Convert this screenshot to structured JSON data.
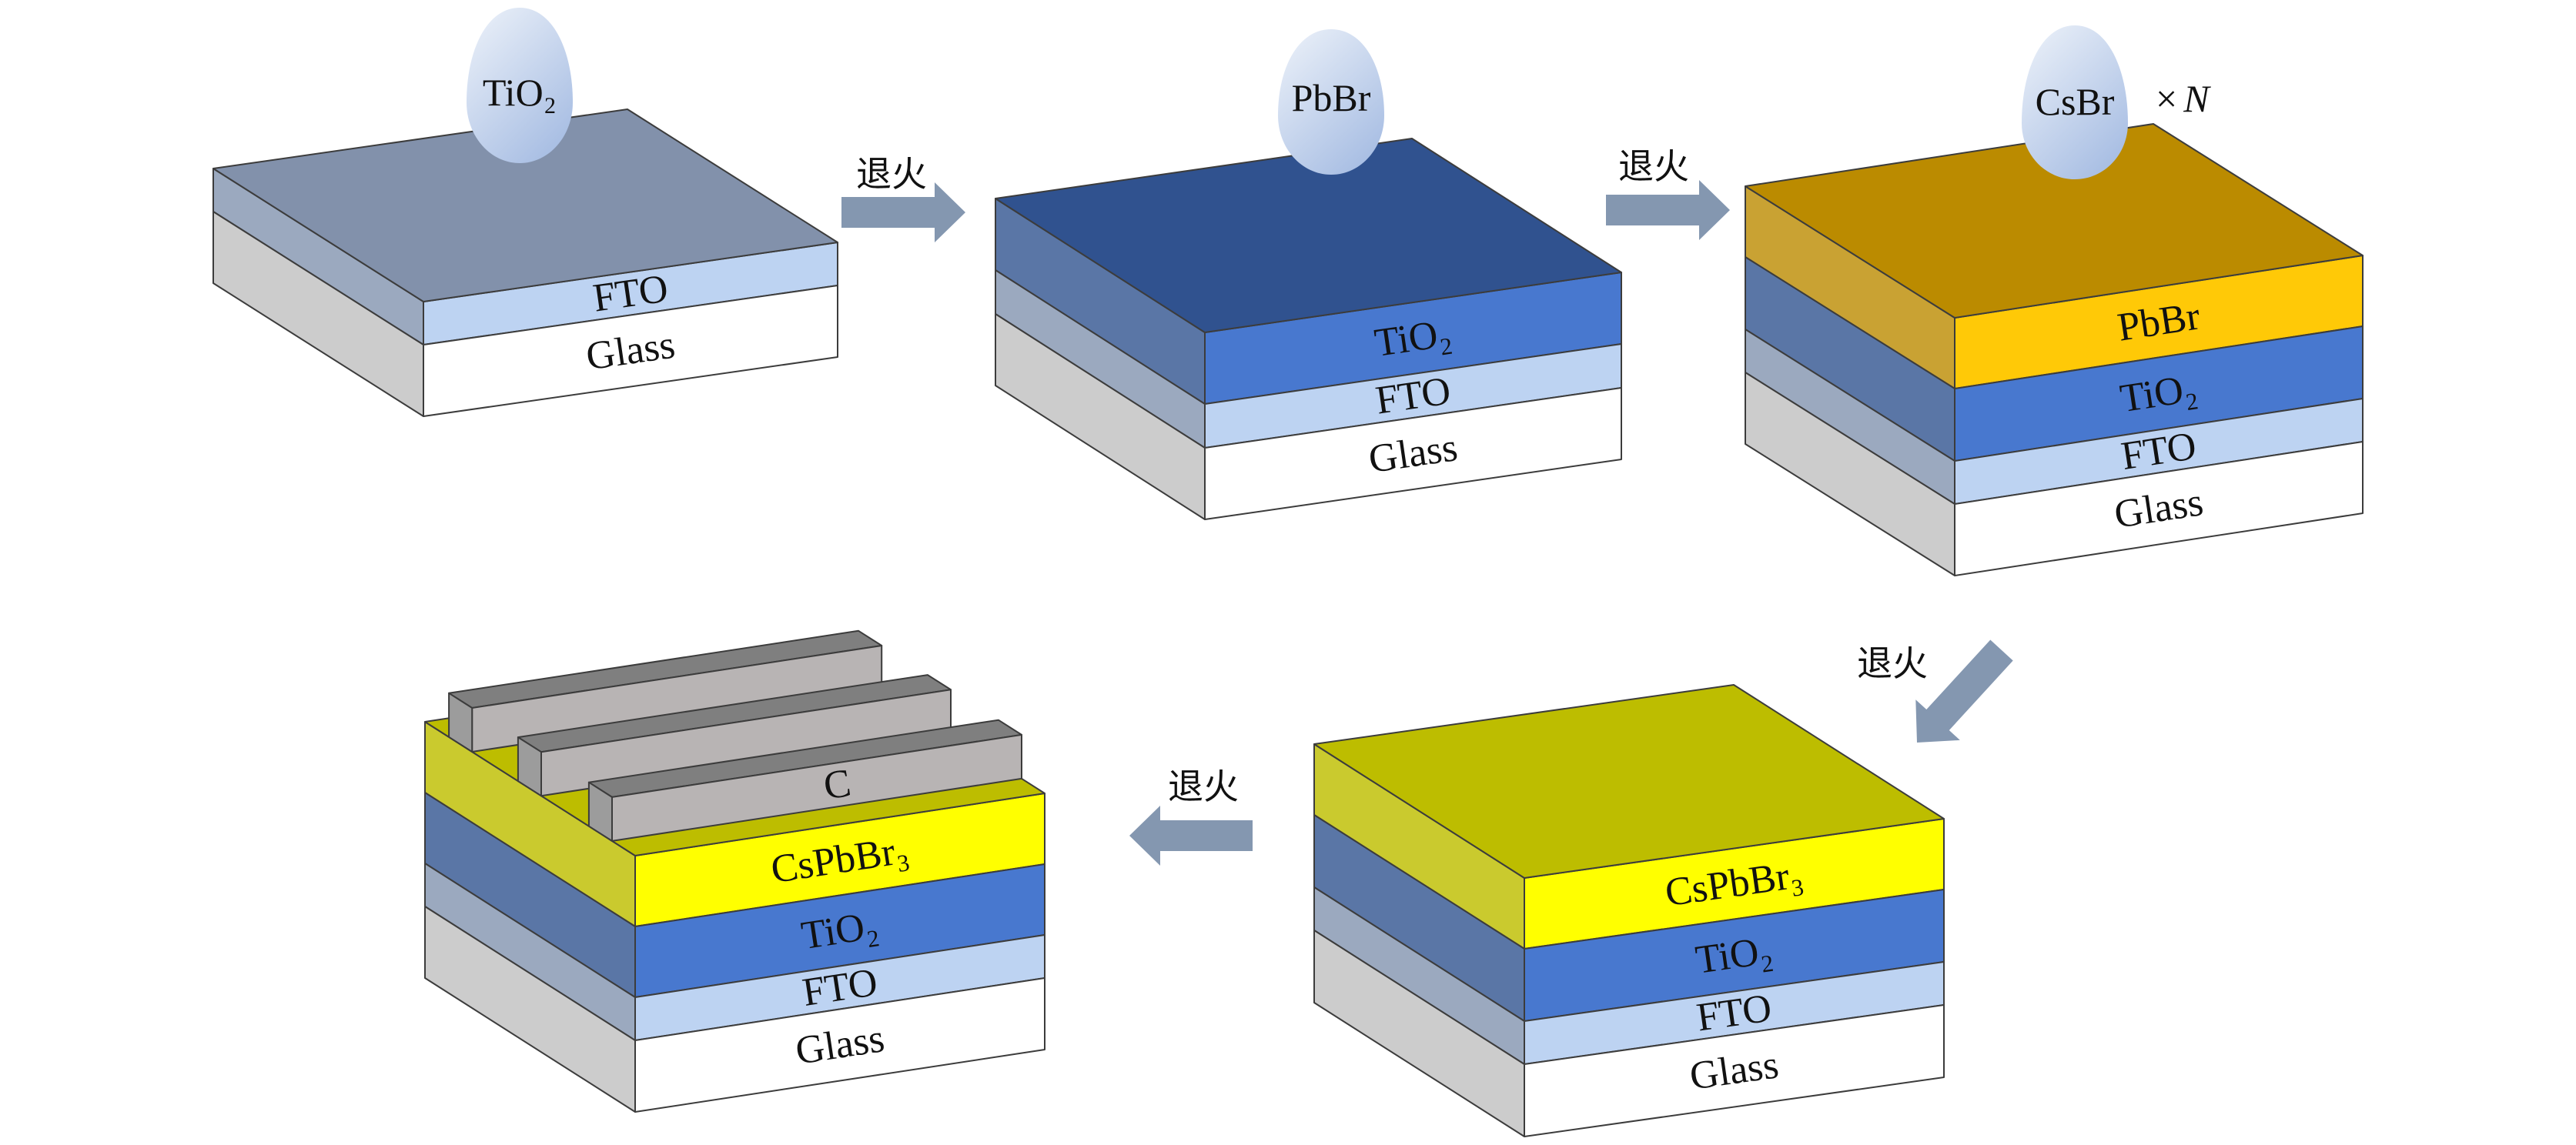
{
  "figure": {
    "steps": [
      {
        "top_color": "#8291AB",
        "droplet": {
          "label": "TiO₂"
        },
        "layers": [
          {
            "label": "FTO",
            "material": "fto"
          },
          {
            "label": "Glass",
            "material": "glass"
          }
        ]
      },
      {
        "top_color": "#30528F",
        "droplet": {
          "label": "PbBr"
        },
        "layers": [
          {
            "label": "TiO₂",
            "material": "tio2"
          },
          {
            "label": "FTO",
            "material": "fto"
          },
          {
            "label": "Glass",
            "material": "glass"
          }
        ]
      },
      {
        "top_color": "#BB8B00",
        "droplet": {
          "label": "CsBr"
        },
        "repeat": {
          "symbol": "×",
          "count": "N"
        },
        "layers": [
          {
            "label": "PbBr",
            "material": "pbbr"
          },
          {
            "label": "TiO₂",
            "material": "tio2"
          },
          {
            "label": "FTO",
            "material": "fto"
          },
          {
            "label": "Glass",
            "material": "glass"
          }
        ]
      },
      {
        "top_color": "#BDBD00",
        "layers": [
          {
            "label": "CsPbBr₃",
            "material": "cspbbr3"
          },
          {
            "label": "TiO₂",
            "material": "tio2"
          },
          {
            "label": "FTO",
            "material": "fto"
          },
          {
            "label": "Glass",
            "material": "glass"
          }
        ]
      },
      {
        "top_color": "#BDBD00",
        "electrode": {
          "label": "C",
          "count": 3
        },
        "layers": [
          {
            "label": "CsPbBr₃",
            "material": "cspbbr3"
          },
          {
            "label": "TiO₂",
            "material": "tio2"
          },
          {
            "label": "FTO",
            "material": "fto"
          },
          {
            "label": "Glass",
            "material": "glass"
          }
        ]
      }
    ],
    "arrows": [
      {
        "label": "退火"
      },
      {
        "label": "退火"
      },
      {
        "label": "退火"
      },
      {
        "label": "退火"
      }
    ],
    "materials": {
      "glass": {
        "front": "#FFFFFF",
        "side": "#CCCCCC"
      },
      "fto": {
        "front": "#BDD3F2",
        "side": "#9BA9BF"
      },
      "tio2": {
        "front": "#4878CF",
        "side": "#5A76A6"
      },
      "pbbr": {
        "front": "#FFC907",
        "side": "#C9A233"
      },
      "cspbbr3": {
        "front": "#FFFF00",
        "side": "#CACA2E"
      }
    },
    "colors": {
      "arrow": "#8497B0",
      "edge": "#3C3C3C",
      "droplet_light": "#E9EFF8",
      "droplet_dark": "#A4BBE2",
      "carbon_top": "#7F7F7F",
      "carbon_front": "#B8B4B4",
      "carbon_end": "#9C9C9C"
    }
  }
}
